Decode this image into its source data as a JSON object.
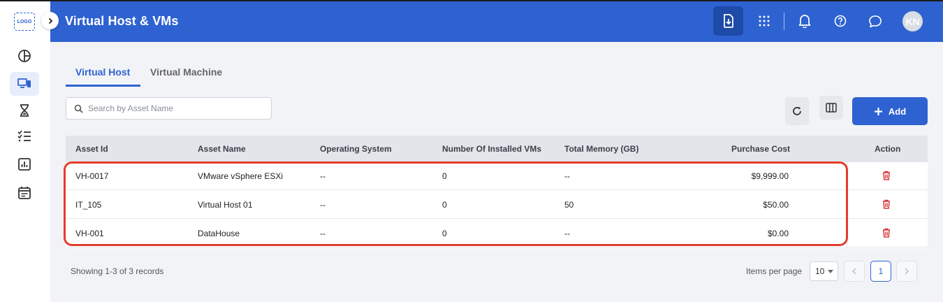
{
  "sidebar": {
    "logo": "LOGO",
    "items": [
      {
        "icon": "pie-chart-icon"
      },
      {
        "icon": "devices-icon",
        "active": true
      },
      {
        "icon": "hourglass-icon"
      },
      {
        "icon": "checklist-icon"
      },
      {
        "icon": "bar-report-icon"
      },
      {
        "icon": "calendar-icon"
      }
    ]
  },
  "header": {
    "title": "Virtual Host & VMs",
    "avatar_initials": "KN",
    "brand_color": "#2e62d1"
  },
  "tabs": [
    {
      "label": "Virtual Host",
      "active": true
    },
    {
      "label": "Virtual Machine",
      "active": false
    }
  ],
  "search": {
    "placeholder": "Search by Asset Name",
    "value": ""
  },
  "toolbar": {
    "add_label": "Add"
  },
  "table": {
    "columns": [
      "Asset Id",
      "Asset Name",
      "Operating System",
      "Number Of Installed VMs",
      "Total Memory (GB)",
      "Purchase Cost",
      "Action"
    ],
    "rows": [
      {
        "asset_id": "VH-0017",
        "asset_name": "VMware vSphere ESXi",
        "os": "--",
        "vms": "0",
        "memory": "--",
        "cost": "$9,999.00"
      },
      {
        "asset_id": "IT_105",
        "asset_name": "Virtual Host 01",
        "os": "--",
        "vms": "0",
        "memory": "50",
        "cost": "$50.00"
      },
      {
        "asset_id": "VH-001",
        "asset_name": "DataHouse",
        "os": "--",
        "vms": "0",
        "memory": "--",
        "cost": "$0.00"
      }
    ]
  },
  "footer": {
    "showing": "Showing 1-3 of 3 records",
    "items_per_page_label": "Items per page",
    "items_per_page_value": "10",
    "current_page": "1"
  }
}
